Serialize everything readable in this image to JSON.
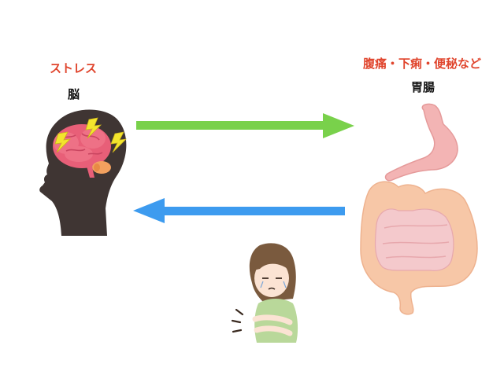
{
  "left": {
    "title": "ストレス",
    "subtitle": "脳"
  },
  "right": {
    "title": "腹痛・下痢・便秘など",
    "subtitle": "胃腸"
  },
  "colors": {
    "accent_red": "#e0452d",
    "arrow_green": "#79d14b",
    "arrow_blue": "#3d9bef",
    "head": "#3f3533",
    "brain": "#e85f78",
    "lightning": "#f3e52d",
    "intestine": "#f7c7a7",
    "stomach": "#f3b4b4"
  },
  "arrows": [
    {
      "direction": "right",
      "from": "brain",
      "to": "stomach-intestines"
    },
    {
      "direction": "left",
      "from": "stomach-intestines",
      "to": "brain"
    }
  ]
}
